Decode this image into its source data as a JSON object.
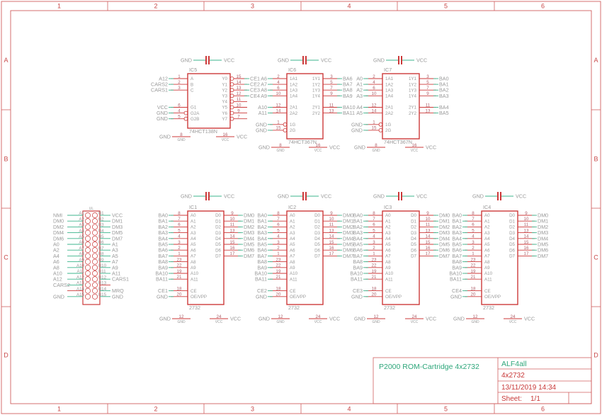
{
  "frame": {
    "columns": [
      "1",
      "2",
      "3",
      "4",
      "5",
      "6"
    ],
    "rows": [
      "A",
      "B",
      "C",
      "D"
    ]
  },
  "colors": {
    "part": "#cc3a3a",
    "wire": "#3cb48c",
    "text": "#9a9a9a",
    "frame": "#d06060",
    "title": "#2ea67a"
  },
  "title_block": {
    "title": "P2000 ROM-Cartridge 4x2732",
    "author": "ALF4all",
    "name": "4x2732",
    "date": "13/11/2019 14:34",
    "sheet_label": "Sheet:",
    "sheet_value": "1/1"
  },
  "capacitors": [
    {
      "gnd": "GND",
      "vcc": "VCC"
    },
    {
      "gnd": "GND",
      "vcc": "VCC"
    },
    {
      "gnd": "GND",
      "vcc": "VCC"
    },
    {
      "gnd": "GND",
      "vcc": "VCC"
    },
    {
      "gnd": "GND",
      "vcc": "VCC"
    },
    {
      "gnd": "GND",
      "vcc": "VCC"
    },
    {
      "gnd": "GND",
      "vcc": "VCC"
    }
  ],
  "chips": [
    {
      "ref": "IC5",
      "part": "74HCT138N",
      "left": [
        {
          "row": 0,
          "num": "1",
          "name": "A",
          "net": "A12"
        },
        {
          "row": 1,
          "num": "2",
          "name": "B",
          "net": "CARS2"
        },
        {
          "row": 2,
          "num": "3",
          "name": "C",
          "net": "CARS1"
        },
        {
          "row": 5,
          "num": "6",
          "name": "G1",
          "net": "VCC"
        },
        {
          "row": 6,
          "num": "4",
          "name": "G2A",
          "net": "GND",
          "inv": true
        },
        {
          "row": 7,
          "num": "5",
          "name": "G2B",
          "net": "GND",
          "inv": true
        }
      ],
      "right": [
        {
          "row": 0,
          "num": "15",
          "name": "Y0",
          "net": "CE1",
          "inv": true
        },
        {
          "row": 1,
          "num": "14",
          "name": "Y1",
          "net": "CE2",
          "inv": true
        },
        {
          "row": 2,
          "num": "13",
          "name": "Y2",
          "net": "CE3",
          "inv": true
        },
        {
          "row": 3,
          "num": "12",
          "name": "Y3",
          "net": "CE4",
          "inv": true
        },
        {
          "row": 4,
          "num": "11",
          "name": "Y4",
          "net": "",
          "inv": true
        },
        {
          "row": 5,
          "num": "10",
          "name": "Y5",
          "net": "",
          "inv": true
        },
        {
          "row": 6,
          "num": "9",
          "name": "Y6",
          "net": "",
          "inv": true
        },
        {
          "row": 7,
          "num": "7",
          "name": "Y7",
          "net": "",
          "inv": true
        }
      ],
      "power": [
        {
          "num": "8",
          "name": "GND",
          "net": "GND"
        },
        {
          "num": "16",
          "name": "VCC",
          "net": "VCC"
        }
      ]
    },
    {
      "ref": "IC6",
      "part": "74HCT367N",
      "left": [
        {
          "row": 0,
          "num": "2",
          "name": "1A1",
          "net": "A6"
        },
        {
          "row": 1,
          "num": "4",
          "name": "1A2",
          "net": "A7"
        },
        {
          "row": 2,
          "num": "6",
          "name": "1A3",
          "net": "A8"
        },
        {
          "row": 3,
          "num": "10",
          "name": "1A4",
          "net": "A9"
        },
        {
          "row": 5,
          "num": "12",
          "name": "2A1",
          "net": "A10"
        },
        {
          "row": 6,
          "num": "14",
          "name": "2A2",
          "net": "A11"
        },
        {
          "row": 8,
          "num": "1",
          "name": "1G",
          "net": "GND",
          "inv": true
        },
        {
          "row": 9,
          "num": "15",
          "name": "2G",
          "net": "GND",
          "inv": true
        }
      ],
      "right": [
        {
          "row": 0,
          "num": "3",
          "name": "1Y1",
          "net": "BA6"
        },
        {
          "row": 1,
          "num": "5",
          "name": "1Y2",
          "net": "BA7"
        },
        {
          "row": 2,
          "num": "7",
          "name": "1Y3",
          "net": "BA8"
        },
        {
          "row": 3,
          "num": "9",
          "name": "1Y4",
          "net": "BA9"
        },
        {
          "row": 5,
          "num": "11",
          "name": "2Y1",
          "net": "BA10"
        },
        {
          "row": 6,
          "num": "13",
          "name": "2Y2",
          "net": "BA11"
        }
      ],
      "power": [
        {
          "num": "8",
          "name": "GND",
          "net": "GND"
        },
        {
          "num": "16",
          "name": "VCC",
          "net": "VCC"
        }
      ]
    },
    {
      "ref": "IC7",
      "part": "74HCT367N",
      "left": [
        {
          "row": 0,
          "num": "2",
          "name": "1A1",
          "net": "A0"
        },
        {
          "row": 1,
          "num": "4",
          "name": "1A2",
          "net": "A1"
        },
        {
          "row": 2,
          "num": "6",
          "name": "1A3",
          "net": "A2"
        },
        {
          "row": 3,
          "num": "10",
          "name": "1A4",
          "net": "A3"
        },
        {
          "row": 5,
          "num": "12",
          "name": "2A1",
          "net": "A4"
        },
        {
          "row": 6,
          "num": "14",
          "name": "2A2",
          "net": "A5"
        },
        {
          "row": 8,
          "num": "1",
          "name": "1G",
          "net": "GND",
          "inv": true
        },
        {
          "row": 9,
          "num": "15",
          "name": "2G",
          "net": "GND",
          "inv": true
        }
      ],
      "right": [
        {
          "row": 0,
          "num": "3",
          "name": "1Y1",
          "net": "BA0"
        },
        {
          "row": 1,
          "num": "5",
          "name": "1Y2",
          "net": "BA1"
        },
        {
          "row": 2,
          "num": "7",
          "name": "1Y3",
          "net": "BA2"
        },
        {
          "row": 3,
          "num": "9",
          "name": "1Y4",
          "net": "BA3"
        },
        {
          "row": 5,
          "num": "11",
          "name": "2Y1",
          "net": "BA4"
        },
        {
          "row": 6,
          "num": "13",
          "name": "2Y2",
          "net": "BA5"
        }
      ],
      "power": [
        {
          "num": "8",
          "name": "GND",
          "net": "GND"
        },
        {
          "num": "16",
          "name": "VCC",
          "net": "VCC"
        }
      ]
    },
    {
      "ref": "IC1",
      "part": "2732",
      "ce": "CE1",
      "left": [
        {
          "row": 0,
          "num": "8",
          "name": "A0",
          "net": "BA0"
        },
        {
          "row": 1,
          "num": "7",
          "name": "A1",
          "net": "BA1"
        },
        {
          "row": 2,
          "num": "6",
          "name": "A2",
          "net": "BA2"
        },
        {
          "row": 3,
          "num": "5",
          "name": "A3",
          "net": "BA3"
        },
        {
          "row": 4,
          "num": "4",
          "name": "A4",
          "net": "BA4"
        },
        {
          "row": 5,
          "num": "3",
          "name": "A5",
          "net": "BA5"
        },
        {
          "row": 6,
          "num": "2",
          "name": "A6",
          "net": "BA6"
        },
        {
          "row": 7,
          "num": "1",
          "name": "A7",
          "net": "BA7"
        },
        {
          "row": 8,
          "num": "23",
          "name": "A8",
          "net": "BA8"
        },
        {
          "row": 9,
          "num": "22",
          "name": "A9",
          "net": "BA9"
        },
        {
          "row": 10,
          "num": "19",
          "name": "A10",
          "net": "BA10"
        },
        {
          "row": 11,
          "num": "21",
          "name": "A11",
          "net": "BA11"
        },
        {
          "row": 13,
          "num": "18",
          "name": "CE",
          "net": "CE1"
        },
        {
          "row": 14,
          "num": "20",
          "name": "OE/VPP",
          "net": "GND"
        }
      ],
      "right": [
        {
          "row": 0,
          "num": "9",
          "name": "D0",
          "net": "DM0"
        },
        {
          "row": 1,
          "num": "10",
          "name": "D1",
          "net": "DM1"
        },
        {
          "row": 2,
          "num": "11",
          "name": "D2",
          "net": "DM2"
        },
        {
          "row": 3,
          "num": "13",
          "name": "D3",
          "net": "DM3"
        },
        {
          "row": 4,
          "num": "14",
          "name": "D4",
          "net": "DM4"
        },
        {
          "row": 5,
          "num": "15",
          "name": "D5",
          "net": "DM5"
        },
        {
          "row": 6,
          "num": "16",
          "name": "D6",
          "net": "DM6"
        },
        {
          "row": 7,
          "num": "17",
          "name": "D7",
          "net": "DM7"
        }
      ],
      "power": [
        {
          "num": "12",
          "name": "GND",
          "net": "GND"
        },
        {
          "num": "24",
          "name": "VCC",
          "net": "VCC"
        }
      ]
    },
    {
      "ref": "IC2",
      "part": "2732",
      "left": [
        {
          "row": 0,
          "num": "8",
          "name": "A0",
          "net": "BA0"
        },
        {
          "row": 1,
          "num": "7",
          "name": "A1",
          "net": "BA1"
        },
        {
          "row": 2,
          "num": "6",
          "name": "A2",
          "net": "BA2"
        },
        {
          "row": 3,
          "num": "5",
          "name": "A3",
          "net": "BA3"
        },
        {
          "row": 4,
          "num": "4",
          "name": "A4",
          "net": "BA4"
        },
        {
          "row": 5,
          "num": "3",
          "name": "A5",
          "net": "BA5"
        },
        {
          "row": 6,
          "num": "2",
          "name": "A6",
          "net": "BA6"
        },
        {
          "row": 7,
          "num": "1",
          "name": "A7",
          "net": "BA7"
        },
        {
          "row": 8,
          "num": "23",
          "name": "A8",
          "net": "BA8"
        },
        {
          "row": 9,
          "num": "22",
          "name": "A9",
          "net": "BA9"
        },
        {
          "row": 10,
          "num": "19",
          "name": "A10",
          "net": "BA10"
        },
        {
          "row": 11,
          "num": "21",
          "name": "A11",
          "net": "BA11"
        },
        {
          "row": 13,
          "num": "18",
          "name": "CE",
          "net": "CE2"
        },
        {
          "row": 14,
          "num": "20",
          "name": "OE/VPP",
          "net": "GND"
        }
      ],
      "right": [
        {
          "row": 0,
          "num": "9",
          "name": "D0",
          "net": "DM0"
        },
        {
          "row": 1,
          "num": "10",
          "name": "D1",
          "net": "DM1"
        },
        {
          "row": 2,
          "num": "11",
          "name": "D2",
          "net": "DM2"
        },
        {
          "row": 3,
          "num": "13",
          "name": "D3",
          "net": "DM3"
        },
        {
          "row": 4,
          "num": "14",
          "name": "D4",
          "net": "DM4"
        },
        {
          "row": 5,
          "num": "15",
          "name": "D5",
          "net": "DM5"
        },
        {
          "row": 6,
          "num": "16",
          "name": "D6",
          "net": "DM6"
        },
        {
          "row": 7,
          "num": "17",
          "name": "D7",
          "net": "DM7"
        }
      ],
      "power": [
        {
          "num": "12",
          "name": "GND",
          "net": "GND"
        },
        {
          "num": "24",
          "name": "VCC",
          "net": "VCC"
        }
      ]
    },
    {
      "ref": "IC3",
      "part": "2732",
      "left": [
        {
          "row": 0,
          "num": "8",
          "name": "A0",
          "net": "BA0"
        },
        {
          "row": 1,
          "num": "7",
          "name": "A1",
          "net": "BA1"
        },
        {
          "row": 2,
          "num": "6",
          "name": "A2",
          "net": "BA2"
        },
        {
          "row": 3,
          "num": "5",
          "name": "A3",
          "net": "BA3"
        },
        {
          "row": 4,
          "num": "4",
          "name": "A4",
          "net": "BA4"
        },
        {
          "row": 5,
          "num": "3",
          "name": "A5",
          "net": "BA5"
        },
        {
          "row": 6,
          "num": "2",
          "name": "A6",
          "net": "BA6"
        },
        {
          "row": 7,
          "num": "1",
          "name": "A7",
          "net": "BA7"
        },
        {
          "row": 8,
          "num": "23",
          "name": "A8",
          "net": "BA8"
        },
        {
          "row": 9,
          "num": "22",
          "name": "A9",
          "net": "BA9"
        },
        {
          "row": 10,
          "num": "19",
          "name": "A10",
          "net": "BA10"
        },
        {
          "row": 11,
          "num": "21",
          "name": "A11",
          "net": "BA11"
        },
        {
          "row": 13,
          "num": "18",
          "name": "CE",
          "net": "CE3"
        },
        {
          "row": 14,
          "num": "20",
          "name": "OE/VPP",
          "net": "GND"
        }
      ],
      "right": [
        {
          "row": 0,
          "num": "9",
          "name": "D0",
          "net": "DM0"
        },
        {
          "row": 1,
          "num": "10",
          "name": "D1",
          "net": "DM1"
        },
        {
          "row": 2,
          "num": "11",
          "name": "D2",
          "net": "DM2"
        },
        {
          "row": 3,
          "num": "13",
          "name": "D3",
          "net": "DM3"
        },
        {
          "row": 4,
          "num": "14",
          "name": "D4",
          "net": "DM4"
        },
        {
          "row": 5,
          "num": "15",
          "name": "D5",
          "net": "DM5"
        },
        {
          "row": 6,
          "num": "16",
          "name": "D6",
          "net": "DM6"
        },
        {
          "row": 7,
          "num": "17",
          "name": "D7",
          "net": "DM7"
        }
      ],
      "power": [
        {
          "num": "12",
          "name": "GND",
          "net": "GND"
        },
        {
          "num": "24",
          "name": "VCC",
          "net": "VCC"
        }
      ]
    },
    {
      "ref": "IC4",
      "part": "2732",
      "left": [
        {
          "row": 0,
          "num": "8",
          "name": "A0",
          "net": "BA0"
        },
        {
          "row": 1,
          "num": "7",
          "name": "A1",
          "net": "BA1"
        },
        {
          "row": 2,
          "num": "6",
          "name": "A2",
          "net": "BA2"
        },
        {
          "row": 3,
          "num": "5",
          "name": "A3",
          "net": "BA3"
        },
        {
          "row": 4,
          "num": "4",
          "name": "A4",
          "net": "BA4"
        },
        {
          "row": 5,
          "num": "3",
          "name": "A5",
          "net": "BA5"
        },
        {
          "row": 6,
          "num": "2",
          "name": "A6",
          "net": "BA6"
        },
        {
          "row": 7,
          "num": "1",
          "name": "A7",
          "net": "BA7"
        },
        {
          "row": 8,
          "num": "23",
          "name": "A8",
          "net": "BA8"
        },
        {
          "row": 9,
          "num": "22",
          "name": "A9",
          "net": "BA9"
        },
        {
          "row": 10,
          "num": "19",
          "name": "A10",
          "net": "BA10"
        },
        {
          "row": 11,
          "num": "21",
          "name": "A11",
          "net": "BA11"
        },
        {
          "row": 13,
          "num": "18",
          "name": "CE",
          "net": "CE4"
        },
        {
          "row": 14,
          "num": "20",
          "name": "OE/VPP",
          "net": "GND"
        }
      ],
      "right": [
        {
          "row": 0,
          "num": "9",
          "name": "D0",
          "net": "DM0"
        },
        {
          "row": 1,
          "num": "10",
          "name": "D1",
          "net": "DM1"
        },
        {
          "row": 2,
          "num": "11",
          "name": "D2",
          "net": "DM2"
        },
        {
          "row": 3,
          "num": "13",
          "name": "D3",
          "net": "DM3"
        },
        {
          "row": 4,
          "num": "14",
          "name": "D4",
          "net": "DM4"
        },
        {
          "row": 5,
          "num": "15",
          "name": "D5",
          "net": "DM5"
        },
        {
          "row": 6,
          "num": "16",
          "name": "D6",
          "net": "DM6"
        },
        {
          "row": 7,
          "num": "17",
          "name": "D7",
          "net": "DM7"
        }
      ],
      "power": [
        {
          "num": "12",
          "name": "GND",
          "net": "GND"
        },
        {
          "num": "24",
          "name": "VCC",
          "net": "VCC"
        }
      ]
    }
  ],
  "connector": {
    "ref": "UL",
    "left": [
      {
        "pin": "A1",
        "net": "NMI"
      },
      {
        "pin": "A2",
        "net": "DM0"
      },
      {
        "pin": "A3",
        "net": "DM2"
      },
      {
        "pin": "A4",
        "net": "DM4"
      },
      {
        "pin": "A5",
        "net": "DM6"
      },
      {
        "pin": "A6",
        "net": "A0"
      },
      {
        "pin": "A7",
        "net": "A2"
      },
      {
        "pin": "A8",
        "net": "A4"
      },
      {
        "pin": "A9",
        "net": "A6"
      },
      {
        "pin": "A10",
        "net": "A8"
      },
      {
        "pin": "A11",
        "net": "A10"
      },
      {
        "pin": "A12",
        "net": "A12"
      },
      {
        "pin": "A13",
        "net": "CARS2"
      },
      {
        "pin": "A14",
        "net": ""
      },
      {
        "pin": "A15",
        "net": "GND"
      }
    ],
    "right": [
      {
        "pin": "B1",
        "net": "VCC"
      },
      {
        "pin": "B2",
        "net": "DM1"
      },
      {
        "pin": "B3",
        "net": "DM3"
      },
      {
        "pin": "B4",
        "net": "DM5"
      },
      {
        "pin": "B5",
        "net": "DM7"
      },
      {
        "pin": "B6",
        "net": "A1"
      },
      {
        "pin": "B7",
        "net": "A3"
      },
      {
        "pin": "B8",
        "net": "A5"
      },
      {
        "pin": "B9",
        "net": "A7"
      },
      {
        "pin": "B10",
        "net": "A9"
      },
      {
        "pin": "B11",
        "net": "A11"
      },
      {
        "pin": "B12",
        "net": "CARS1"
      },
      {
        "pin": "B13",
        "net": ""
      },
      {
        "pin": "B14",
        "net": "MRQ"
      },
      {
        "pin": "B15",
        "net": "GND"
      }
    ]
  }
}
